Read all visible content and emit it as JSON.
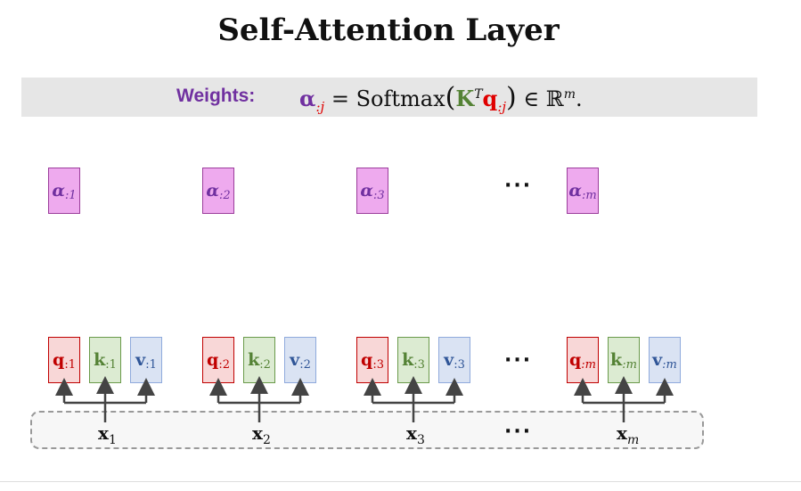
{
  "title": "Self-Attention Layer",
  "banner": {
    "label": "Weights:",
    "formula": {
      "lhs_symbol": "α",
      "lhs_sub": ":j",
      "equals": "=",
      "func": "Softmax",
      "k_symbol": "K",
      "k_sup": "T",
      "q_symbol": "q",
      "q_sub": ":j",
      "member": "∈",
      "space": "ℝ",
      "space_sup": "m",
      "end": "."
    }
  },
  "alphas": [
    {
      "symbol": "α",
      "sub": ":1"
    },
    {
      "symbol": "α",
      "sub": ":2"
    },
    {
      "symbol": "α",
      "sub": ":3"
    },
    {
      "symbol": "α",
      "sub": ":m"
    }
  ],
  "ellipsis": "···",
  "groups": [
    {
      "q": "q",
      "q_sub": ":1",
      "k": "k",
      "k_sub": ":1",
      "v": "v",
      "v_sub": ":1",
      "x": "x",
      "x_sub": "1"
    },
    {
      "q": "q",
      "q_sub": ":2",
      "k": "k",
      "k_sub": ":2",
      "v": "v",
      "v_sub": ":2",
      "x": "x",
      "x_sub": "2"
    },
    {
      "q": "q",
      "q_sub": ":3",
      "k": "k",
      "k_sub": ":3",
      "v": "v",
      "v_sub": ":3",
      "x": "x",
      "x_sub": "3"
    },
    {
      "q": "q",
      "q_sub": ":m",
      "k": "k",
      "k_sub": ":m",
      "v": "v",
      "v_sub": ":m",
      "x": "x",
      "x_sub": "m"
    }
  ],
  "colors": {
    "purple": "#7030a0",
    "green": "#548235",
    "red": "#c00000",
    "blue": "#2f5597",
    "alpha_fill": "#eeaaee",
    "q_fill": "#f8d7d7",
    "k_fill": "#dcebd2",
    "v_fill": "#dae3f3",
    "banner_fill": "#e6e6e6"
  }
}
